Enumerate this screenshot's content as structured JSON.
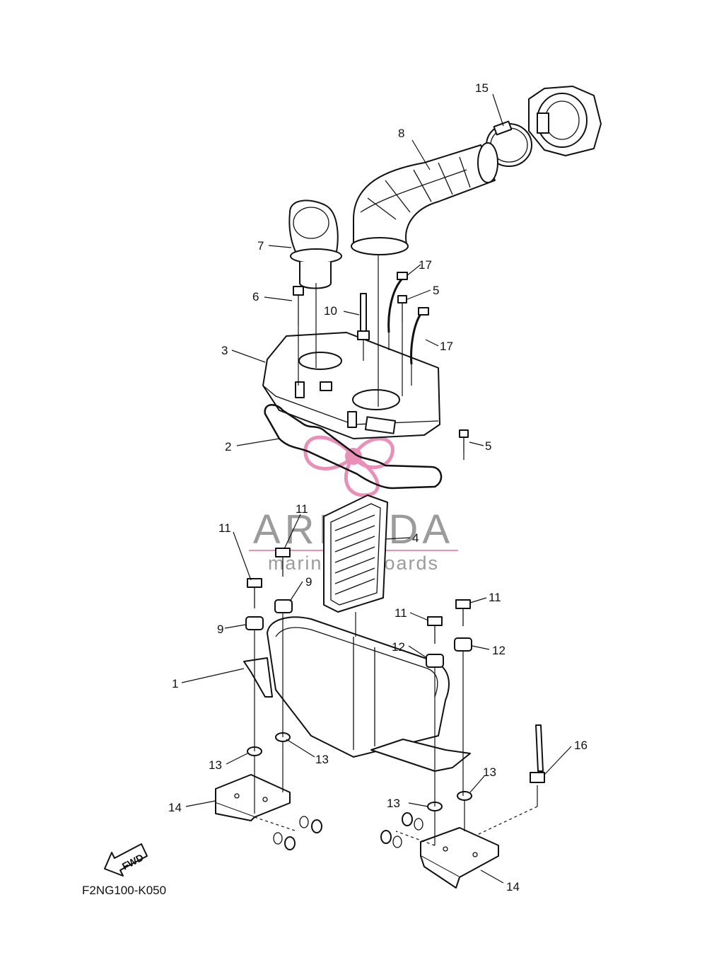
{
  "diagram_code": "F2NG100-K050",
  "fwd_label": "FWD",
  "watermark": {
    "brand": "ARMADA",
    "tagline": "marine outboards",
    "color": "#e98fb8"
  },
  "callouts": {
    "c1": "1",
    "c2": "2",
    "c3": "3",
    "c4": "4",
    "c5a": "5",
    "c5b": "5",
    "c6": "6",
    "c7": "7",
    "c8": "8",
    "c9a": "9",
    "c9b": "9",
    "c10": "10",
    "c11a": "11",
    "c11b": "11",
    "c11c": "11",
    "c11d": "11",
    "c12a": "12",
    "c12b": "12",
    "c13a": "13",
    "c13b": "13",
    "c13c": "13",
    "c13d": "13",
    "c14a": "14",
    "c14b": "14",
    "c15": "15",
    "c16": "16",
    "c17a": "17",
    "c17b": "17"
  }
}
